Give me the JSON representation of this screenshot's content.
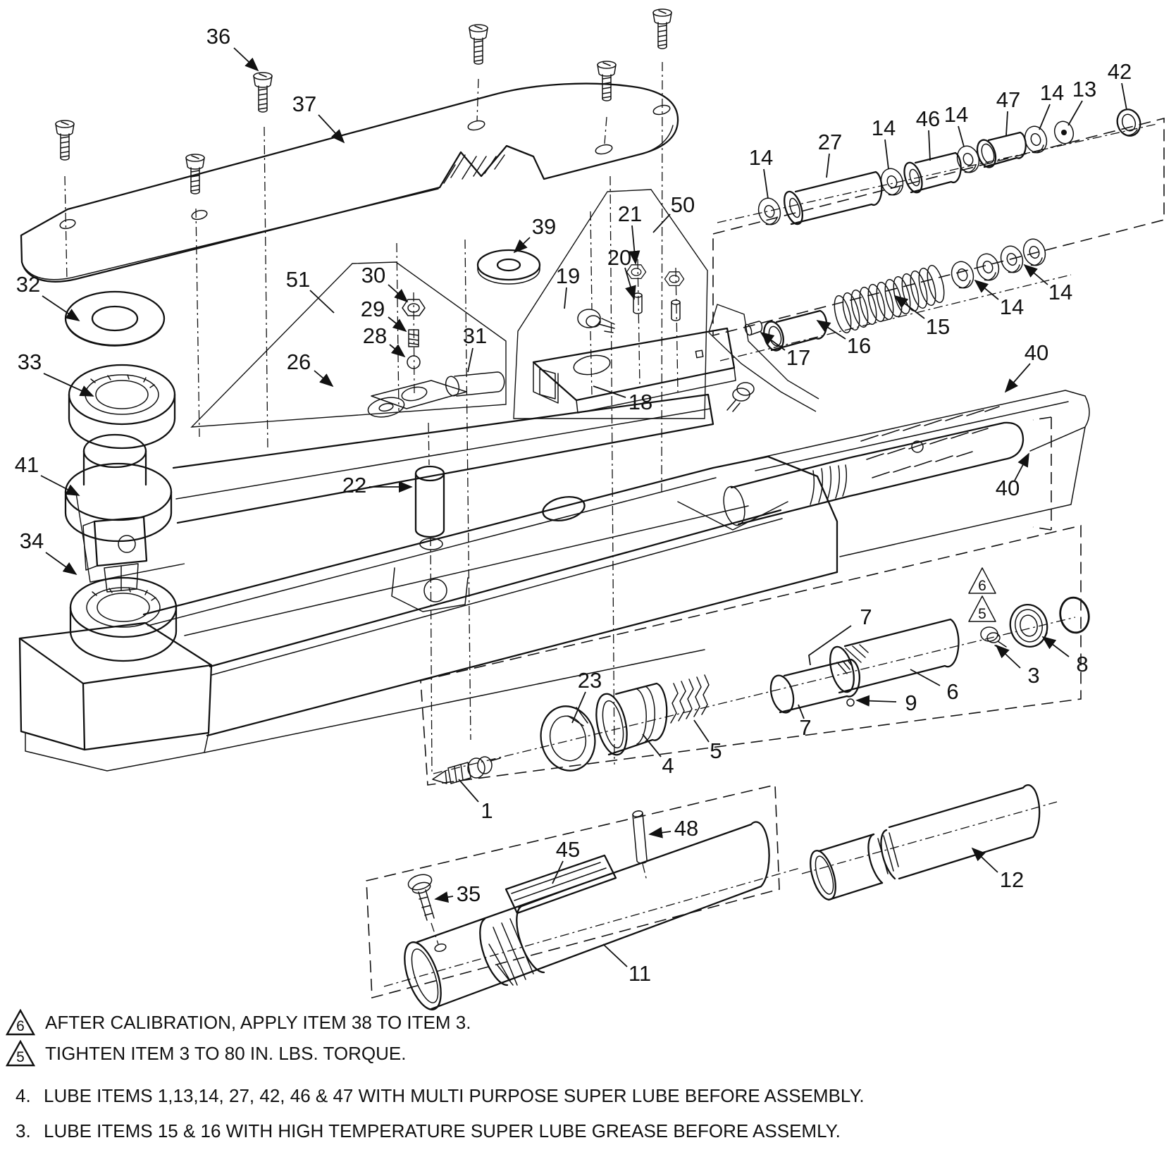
{
  "colors": {
    "ink": "#111111",
    "paper": "#ffffff"
  },
  "callouts": {
    "c1": "1",
    "c3": "3",
    "c4": "4",
    "c5": "5",
    "c6": "6",
    "c7a": "7",
    "c7b": "7",
    "c8": "8",
    "c9": "9",
    "c11": "11",
    "c12": "12",
    "c13": "13",
    "c14a": "14",
    "c14b": "14",
    "c14c": "14",
    "c14d": "14",
    "c14e": "14",
    "c14f": "14",
    "c15": "15",
    "c16": "16",
    "c17": "17",
    "c18": "18",
    "c19": "19",
    "c20": "20",
    "c21": "21",
    "c22": "22",
    "c23": "23",
    "c26": "26",
    "c27": "27",
    "c28": "28",
    "c29": "29",
    "c30": "30",
    "c31": "31",
    "c32": "32",
    "c33": "33",
    "c34": "34",
    "c35": "35",
    "c36": "36",
    "c37": "37",
    "c39": "39",
    "c40a": "40",
    "c40b": "40",
    "c41": "41",
    "c42": "42",
    "c45": "45",
    "c46": "46",
    "c47": "47",
    "c48": "48",
    "c50": "50",
    "c51": "51"
  },
  "detail_flags": {
    "upper": "6",
    "lower": "5"
  },
  "notes": [
    {
      "flag": "6",
      "text": "AFTER CALIBRATION, APPLY ITEM 38 TO ITEM 3."
    },
    {
      "flag": "5",
      "text": "TIGHTEN ITEM 3 TO 80 IN. LBS. TORQUE."
    },
    {
      "num": "4.",
      "text": "LUBE ITEMS 1,13,14, 27, 42, 46 & 47 WITH MULTI PURPOSE SUPER LUBE BEFORE ASSEMBLY."
    },
    {
      "num": "3.",
      "text": "LUBE ITEMS 15 & 16 WITH HIGH TEMPERATURE SUPER LUBE GREASE BEFORE ASSEMLY."
    }
  ]
}
